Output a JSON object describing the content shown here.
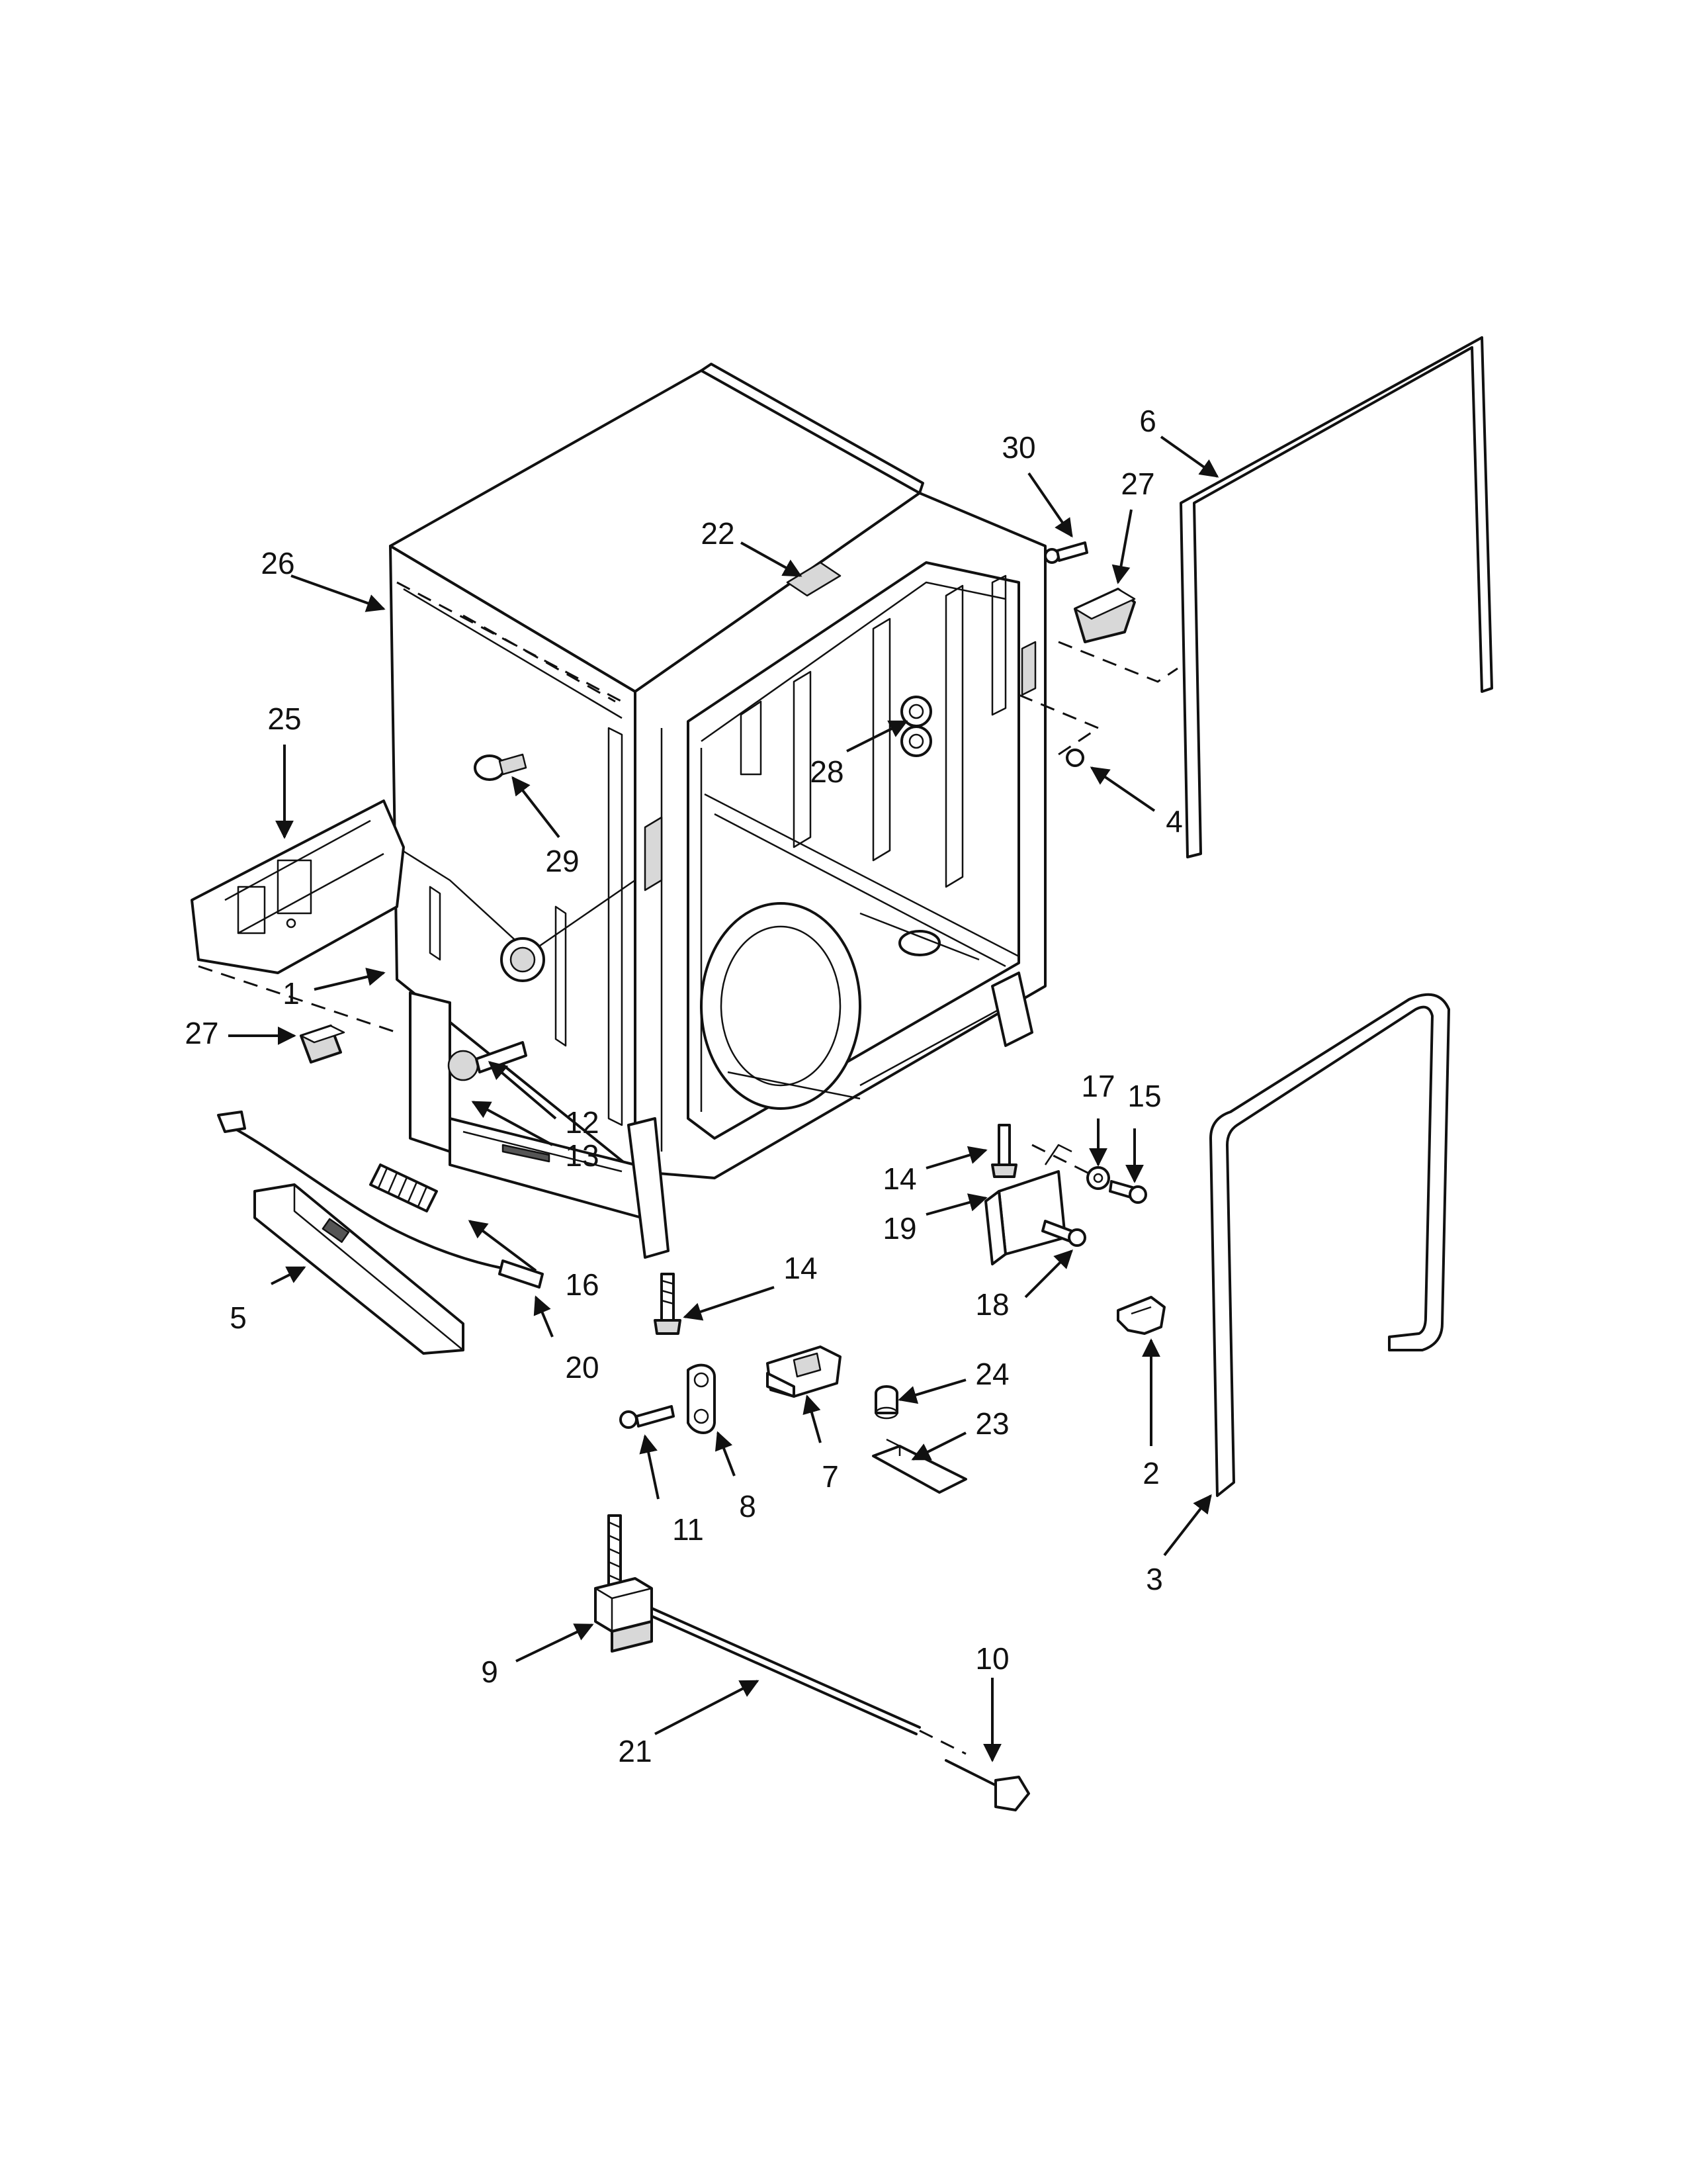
{
  "callouts": {
    "c1": "1",
    "c2": "2",
    "c3": "3",
    "c4": "4",
    "c5": "5",
    "c6": "6",
    "c7": "7",
    "c8": "8",
    "c9": "9",
    "c10": "10",
    "c11": "11",
    "c12": "12",
    "c13": "13",
    "c14a": "14",
    "c14b": "14",
    "c15": "15",
    "c16": "16",
    "c17": "17",
    "c18": "18",
    "c19": "19",
    "c20": "20",
    "c21": "21",
    "c22": "22",
    "c23": "23",
    "c24": "24",
    "c25": "25",
    "c26": "26",
    "c27a": "27",
    "c27b": "27",
    "c28": "28",
    "c29": "29",
    "c30": "30"
  }
}
